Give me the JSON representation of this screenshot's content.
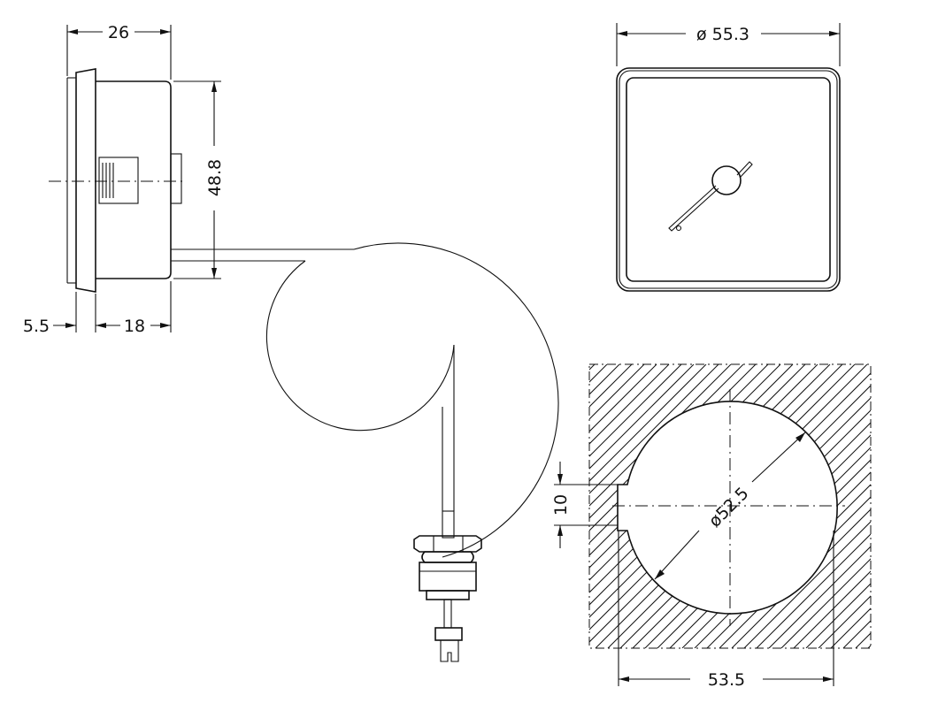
{
  "dimensions": {
    "side_depth": "26",
    "side_height": "48.8",
    "bezel_thickness": "5.5",
    "body_depth": "18",
    "front_diameter": "ø 55.3",
    "cutout_diameter": "ø52.5",
    "cutout_width": "53.5",
    "key_width": "10"
  }
}
